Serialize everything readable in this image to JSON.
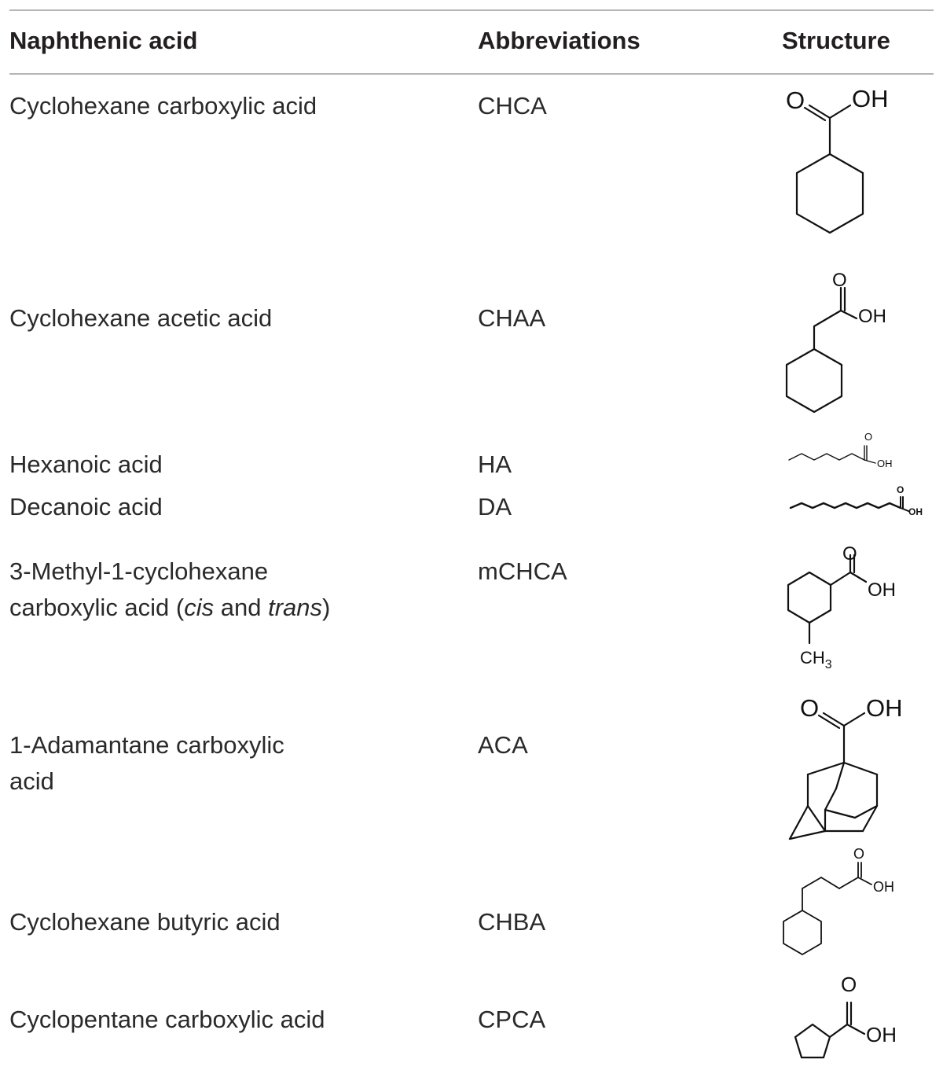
{
  "table": {
    "headers": {
      "name": "Naphthenic acid",
      "abbr": "Abbreviations",
      "structure": "Structure"
    },
    "rows": [
      {
        "name": "Cyclohexane carboxylic acid",
        "abbr": "CHCA",
        "structure_icon": "cyclohexane-carboxylic-acid-structure-icon"
      },
      {
        "name": "Cyclohexane acetic acid",
        "abbr": "CHAA",
        "structure_icon": "cyclohexane-acetic-acid-structure-icon"
      },
      {
        "name": "Hexanoic acid",
        "abbr": "HA",
        "structure_icon": "hexanoic-acid-structure-icon"
      },
      {
        "name": "Decanoic acid",
        "abbr": "DA",
        "structure_icon": "decanoic-acid-structure-icon"
      },
      {
        "name_line1": "3-Methyl-1-cyclohexane",
        "name_line2_pre": "carboxylic acid (",
        "name_cis": "cis",
        "name_and": " and ",
        "name_trans": "trans",
        "name_close": ")",
        "abbr": "mCHCA",
        "structure_icon": "methyl-cyclohexane-carboxylic-acid-structure-icon"
      },
      {
        "name_line1": "1-Adamantane carboxylic",
        "name_line2": "acid",
        "abbr": "ACA",
        "structure_icon": "adamantane-carboxylic-acid-structure-icon"
      },
      {
        "name": "Cyclohexane butyric acid",
        "abbr": "CHBA",
        "structure_icon": "cyclohexane-butyric-acid-structure-icon"
      },
      {
        "name": "Cyclopentane carboxylic acid",
        "abbr": "CPCA",
        "structure_icon": "cyclopentane-carboxylic-acid-structure-icon"
      }
    ],
    "atom_labels": {
      "oxygen": "O",
      "hydroxyl": "OH",
      "methyl": "CH",
      "methyl_sub": "3"
    }
  }
}
